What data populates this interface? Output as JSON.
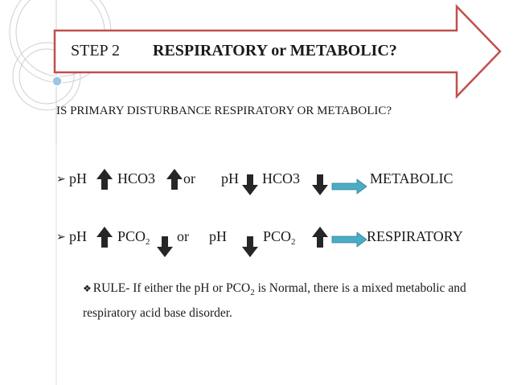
{
  "header": {
    "step": "STEP 2",
    "title": "RESPIRATORY or METABOLIC?"
  },
  "question": "IS PRIMARY DISTURBANCE RESPIRATORY OR METABOLIC?",
  "rows": [
    {
      "bullet": "➢",
      "ph1": "pH",
      "hco3_1": "HCO3",
      "or": "or",
      "ph2": "pH",
      "hco3_2": "HCO3",
      "result": "METABOLIC"
    },
    {
      "bullet": "➢",
      "ph1": "pH",
      "pco2_1_main": "PCO",
      "pco2_1_sub": "2",
      "or": "or",
      "ph2": "pH",
      "pco2_2_main": "PCO",
      "pco2_2_sub": "2",
      "result": "RESPIRATORY"
    }
  ],
  "rule": {
    "bullet": "❖",
    "text_before": "RULE- If either the pH or PCO",
    "sub": "2",
    "text_after": " is Normal, there is a mixed metabolic and respiratory acid base disorder."
  },
  "colors": {
    "banner_fill": "#ffffff",
    "banner_border": "#c0504d",
    "arrow_fill": "#2b2b2b",
    "right_arrow": "#4bacc6",
    "deco_lines": "#c8c8c8",
    "deco_dot": "#7fb3d9"
  },
  "icons": {
    "up": "up-arrow-icon",
    "down": "down-arrow-icon",
    "right": "right-arrow-icon"
  }
}
